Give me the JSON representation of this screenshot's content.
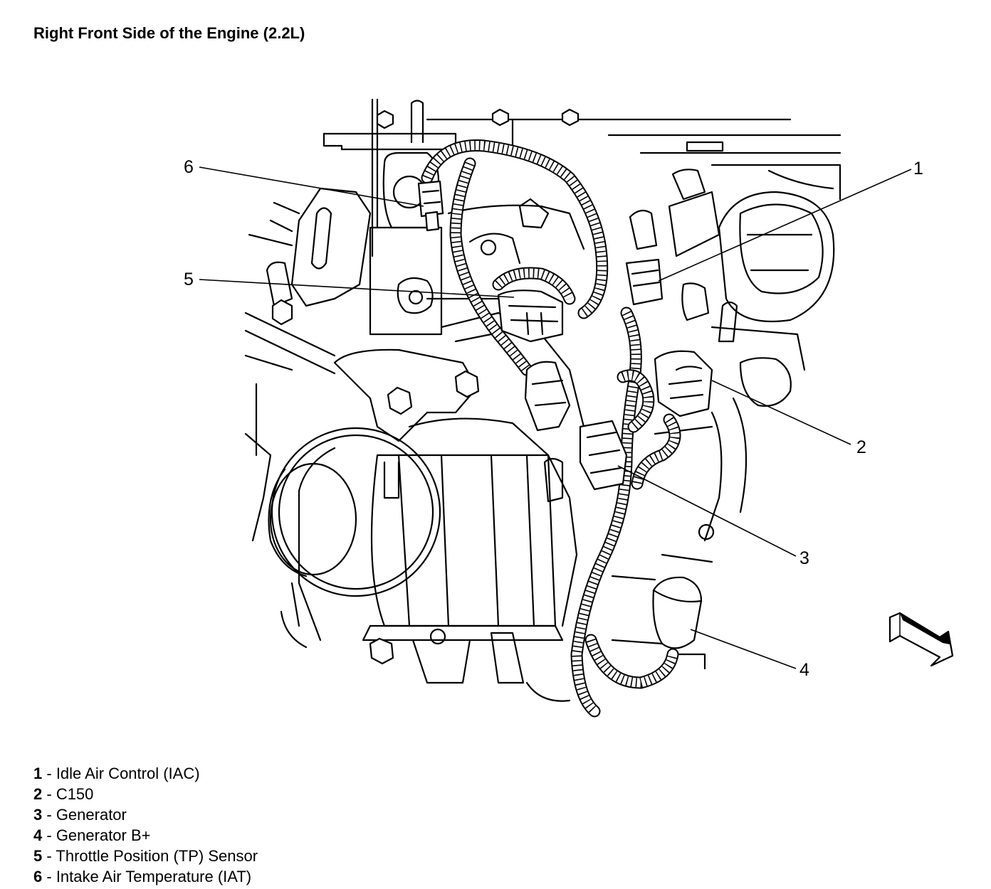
{
  "title": "Right Front Side of the Engine (2.2L)",
  "callouts": [
    {
      "number": "1",
      "label": "Idle Air Control (IAC)"
    },
    {
      "number": "2",
      "label": "C150"
    },
    {
      "number": "3",
      "label": "Generator"
    },
    {
      "number": "4",
      "label": "Generator B+"
    },
    {
      "number": "5",
      "label": "Throttle Position (TP) Sensor"
    },
    {
      "number": "6",
      "label": "Intake Air Temperature (IAT)"
    }
  ],
  "orientation_arrow_icon": "arrow-down-right-icon"
}
